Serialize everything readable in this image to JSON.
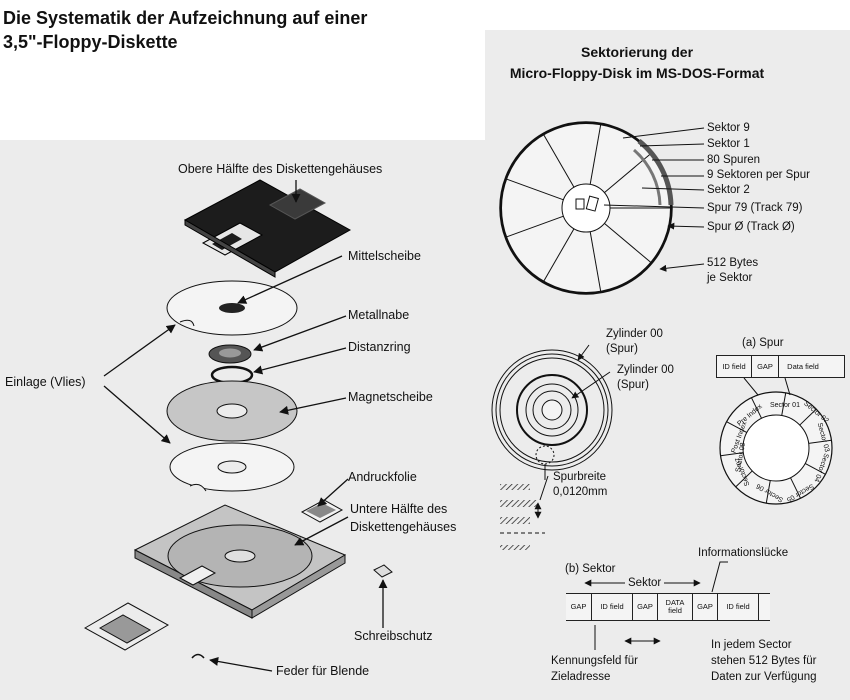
{
  "title": {
    "line1": "Die Systematik der Aufzeichnung auf einer",
    "line2": "3,5\"-Floppy-Diskette"
  },
  "exploded": {
    "upper_housing": "Obere Hälfte des Diskettengehäuses",
    "center_disk": "Mittelscheibe",
    "metal_hub": "Metallnabe",
    "spacer_ring": "Distanzring",
    "liner": "Einlage (Vlies)",
    "magnetic_disk": "Magnetscheibe",
    "pressure_foil": "Andruckfolie",
    "lower_housing_1": "Untere Hälfte des",
    "lower_housing_2": "Diskettengehäuses",
    "write_protect": "Schreibschutz",
    "shutter_spring": "Feder für Blende"
  },
  "sectoring": {
    "title1": "Sektorierung der",
    "title2": "Micro-Floppy-Disk im MS-DOS-Format",
    "labels": {
      "sector9": "Sektor 9",
      "sector1": "Sektor 1",
      "tracks80": "80 Spuren",
      "sectors_per_track": "9 Sektoren per Spur",
      "sector2": "Sektor 2",
      "track79": "Spur 79 (Track 79)",
      "track0": "Spur Ø (Track Ø)",
      "bytes512_1": "512 Bytes",
      "bytes512_2": "je Sektor"
    }
  },
  "cylinder": {
    "cyl_outer_1": "Zylinder 00",
    "cyl_outer_2": "(Spur)",
    "cyl_inner_1": "Zylinder 00",
    "cyl_inner_2": "(Spur)",
    "track_width_1": "Spurbreite",
    "track_width_2": "0,0120mm"
  },
  "track_format": {
    "title": "(a) Spur",
    "id_field": "ID field",
    "gap": "GAP",
    "data_field": "Data field",
    "ring_segments": [
      "Sector 01",
      "Sector 02",
      "Sector 03",
      "Sector 04",
      "Sector 05",
      "Sector 06",
      "Sector 07",
      "Sector 08",
      "Post Index",
      "Pre Index"
    ]
  },
  "sector_format": {
    "title": "(b) Sektor",
    "sector_label": "Sektor",
    "info_gap": "Informationslücke",
    "gap": "GAP",
    "id_field": "ID field",
    "data_1": "DATA",
    "data_2": "field",
    "id_note_1": "Kennungsfeld für",
    "id_note_2": "Zieladresse",
    "bytes_note_1": "In jedem Sector",
    "bytes_note_2": "stehen 512 Bytes für",
    "bytes_note_3": "Daten zur Verfügung"
  }
}
